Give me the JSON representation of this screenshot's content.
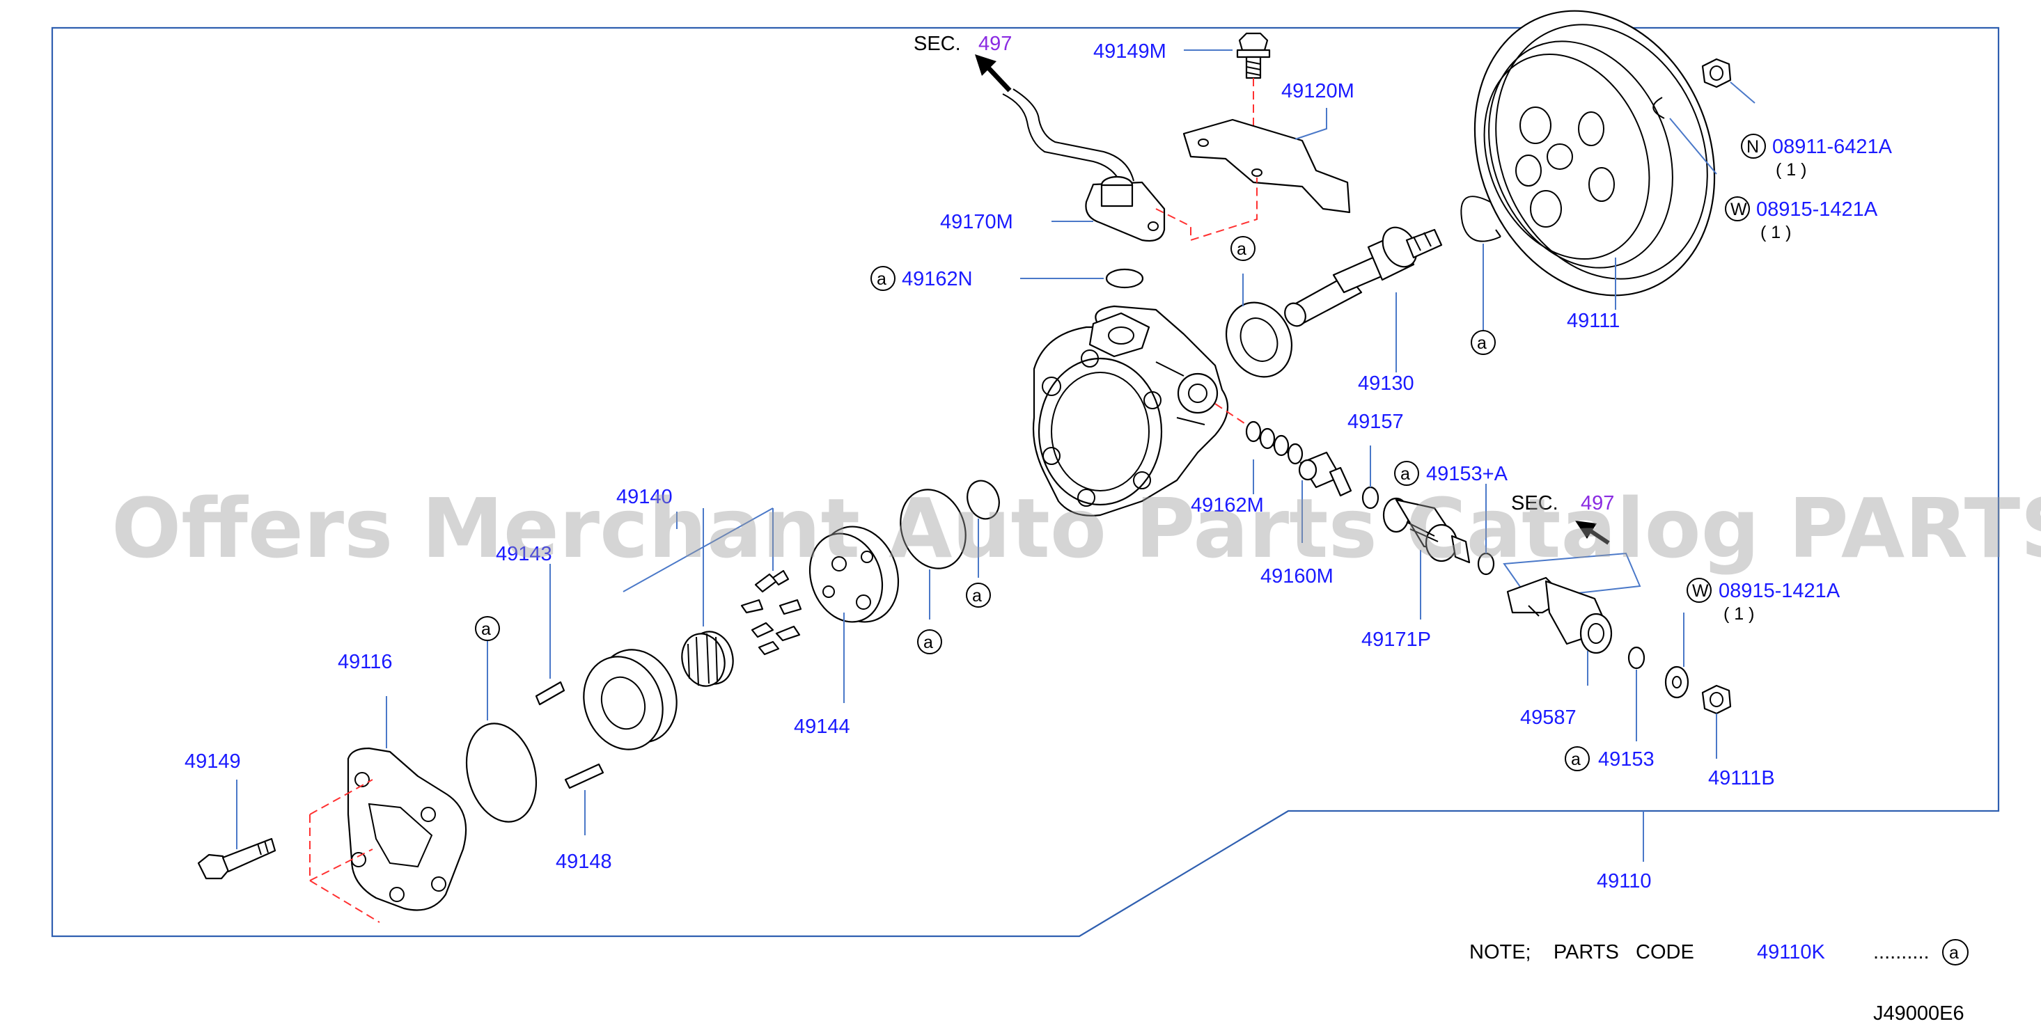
{
  "diagram": {
    "watermark": "Offers Merchant Auto Parts Catalog PARTSTORE.SA",
    "drawing_code": "J49000E6",
    "sec_refs": [
      {
        "prefix": "SEC.",
        "number": "497"
      },
      {
        "prefix": "SEC.",
        "number": "497"
      }
    ],
    "note": {
      "text": "NOTE;    PARTS   CODE",
      "code": "49110K",
      "dots": "..........",
      "mark": "a"
    },
    "labels": {
      "p49149M": "49149M",
      "p49120M": "49120M",
      "p49170M": "49170M",
      "p49162N": "49162N",
      "p49111": "49111",
      "p49130": "49130",
      "p49157": "49157",
      "p49153A": "49153+A",
      "p49162M": "49162M",
      "p49160M": "49160M",
      "p49171P": "49171P",
      "p49587": "49587",
      "p49153": "49153",
      "p49111B": "49111B",
      "p49140": "49140",
      "p49143": "49143",
      "p49144": "49144",
      "p49116": "49116",
      "p49148": "49148",
      "p49149": "49149",
      "p49110": "49110"
    },
    "fasteners": [
      {
        "symbol": "N",
        "code": "08911-6421A",
        "qty": "( 1 )"
      },
      {
        "symbol": "W",
        "code": "08915-1421A",
        "qty": "( 1   )"
      },
      {
        "symbol": "W",
        "code": "08915-1421A",
        "qty": "( 1   )"
      }
    ],
    "kit_mark": "a"
  }
}
